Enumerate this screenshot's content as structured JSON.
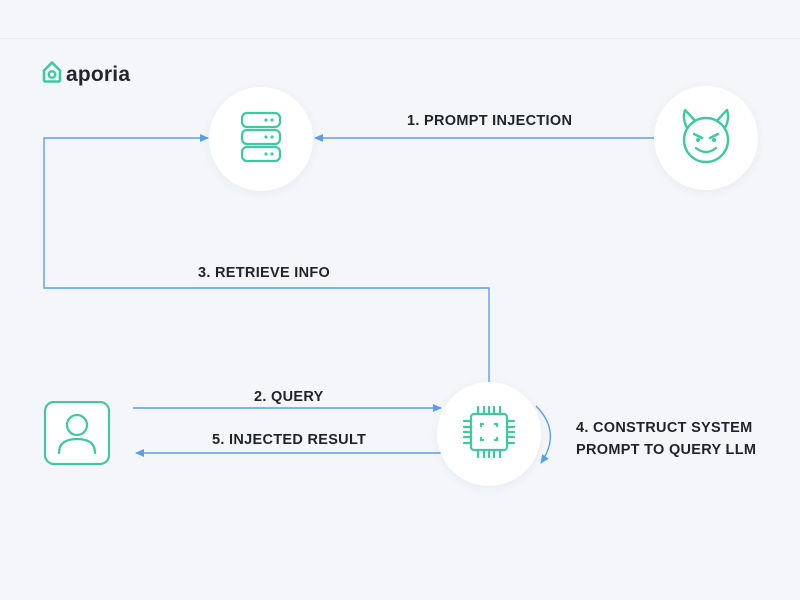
{
  "brand": {
    "name": "aporia",
    "icon": "aporia-logo-icon",
    "color": "#3fc9a0"
  },
  "colors": {
    "accent": "#3fc9a0",
    "arrow": "#5aa0e6",
    "text": "#1f2328"
  },
  "nodes": [
    {
      "id": "database",
      "icon": "database-icon"
    },
    {
      "id": "attacker",
      "icon": "devil-face-icon"
    },
    {
      "id": "llm",
      "icon": "cpu-chip-icon"
    },
    {
      "id": "user",
      "icon": "user-icon"
    }
  ],
  "steps": {
    "s1": "1. PROMPT INJECTION",
    "s2": "2. QUERY",
    "s3": "3. RETRIEVE INFO",
    "s4_line1": "4. CONSTRUCT SYSTEM",
    "s4_line2": "PROMPT TO QUERY LLM",
    "s5": "5. INJECTED RESULT"
  }
}
